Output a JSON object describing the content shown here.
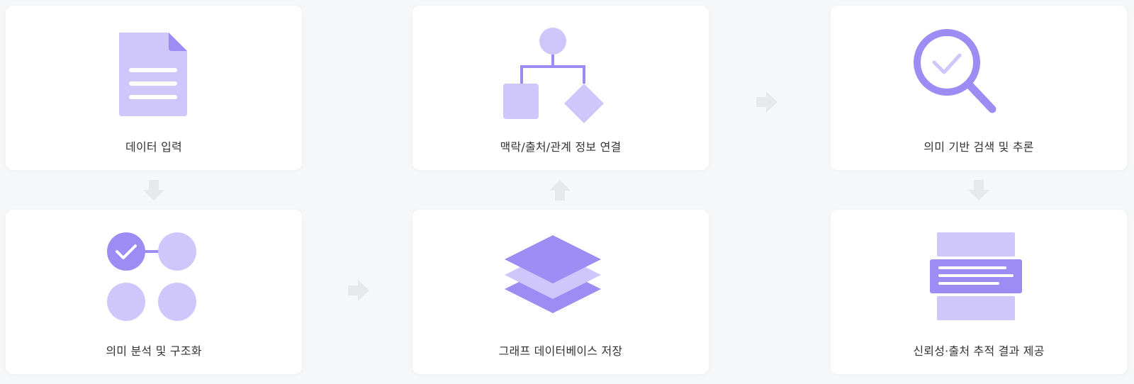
{
  "colors": {
    "background": "#f5f7f9",
    "card": "#ffffff",
    "accent_dark": "#9d8cf3",
    "accent_light": "#cfc6fb",
    "arrow": "#e6e8ec",
    "text": "#333333"
  },
  "steps": [
    {
      "label": "데이터 입력",
      "icon": "document-icon"
    },
    {
      "label": "의미 분석 및 구조화",
      "icon": "nodes-check-icon"
    },
    {
      "label": "그래프 데이터베이스 저장",
      "icon": "layers-icon"
    },
    {
      "label": "맥락/출처/관계 정보 연결",
      "icon": "flowchart-icon"
    },
    {
      "label": "의미 기반 검색 및 추론",
      "icon": "search-check-icon"
    },
    {
      "label": "신뢰성·출처 추적 결과 제공",
      "icon": "result-panel-icon"
    }
  ],
  "arrows": [
    "arrow-down-icon",
    "arrow-right-icon",
    "arrow-up-icon",
    "arrow-right-icon",
    "arrow-down-icon"
  ]
}
